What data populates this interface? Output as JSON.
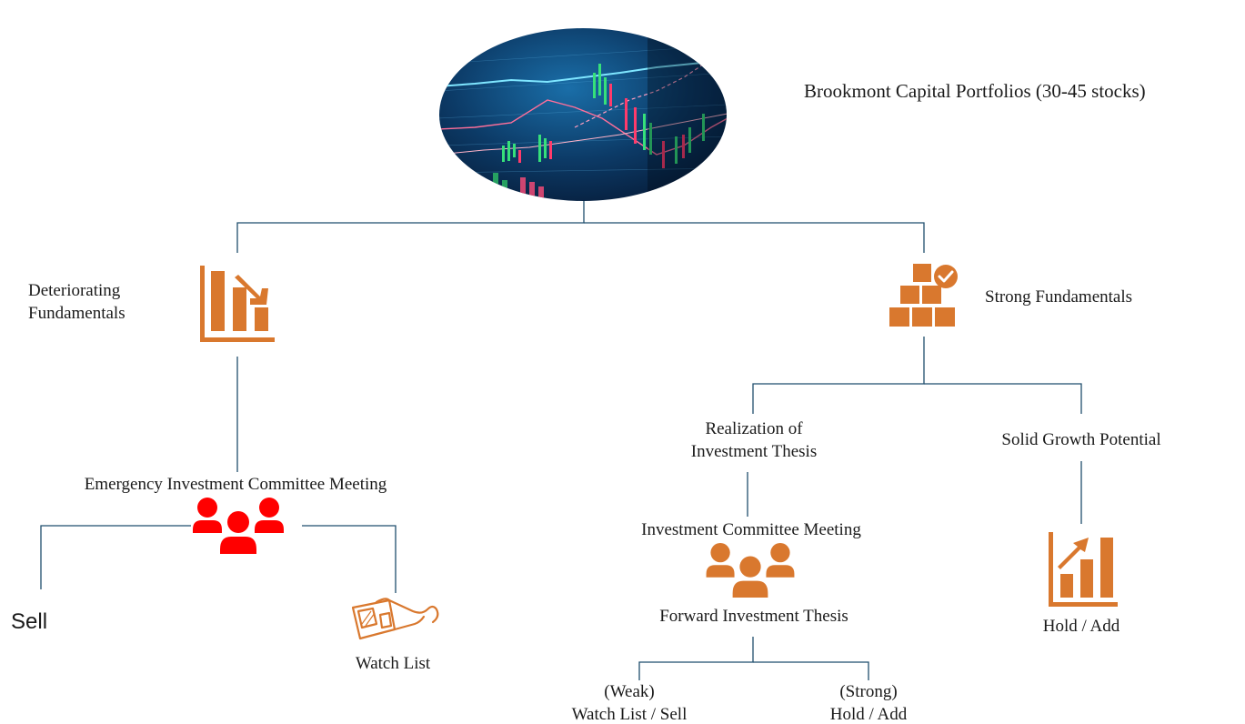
{
  "title": "Brookmont Capital Portfolios (30-45 stocks)",
  "colors": {
    "orange": "#d9782e",
    "red": "#ff0000",
    "line": "#1f4e6d",
    "text": "#1a1a1a"
  },
  "left_branch": {
    "label_line1": "Deteriorating",
    "label_line2": "Fundamentals",
    "icon": "declining-bar-chart-icon",
    "meeting_label": "Emergency Investment Committee Meeting",
    "meeting_icon": "group-people-icon",
    "sell_label": "Sell",
    "watch_label": "Watch List",
    "watch_icon": "3d-glasses-icon"
  },
  "right_branch": {
    "label": "Strong Fundamentals",
    "icon": "boxes-checkmark-icon",
    "realization_line1": "Realization of",
    "realization_line2": "Investment Thesis",
    "growth_label": "Solid Growth Potential",
    "meeting_label": "Investment Committee Meeting",
    "meeting_icon": "group-people-icon",
    "forward_label": "Forward Investment Thesis",
    "weak_line1": "(Weak)",
    "weak_line2": "Watch List / Sell",
    "strong_line1": "(Strong)",
    "strong_line2": "Hold / Add",
    "growth_icon": "growth-bar-chart-icon",
    "hold_label": "Hold / Add"
  },
  "hero_image": "stock-market-chart-image"
}
